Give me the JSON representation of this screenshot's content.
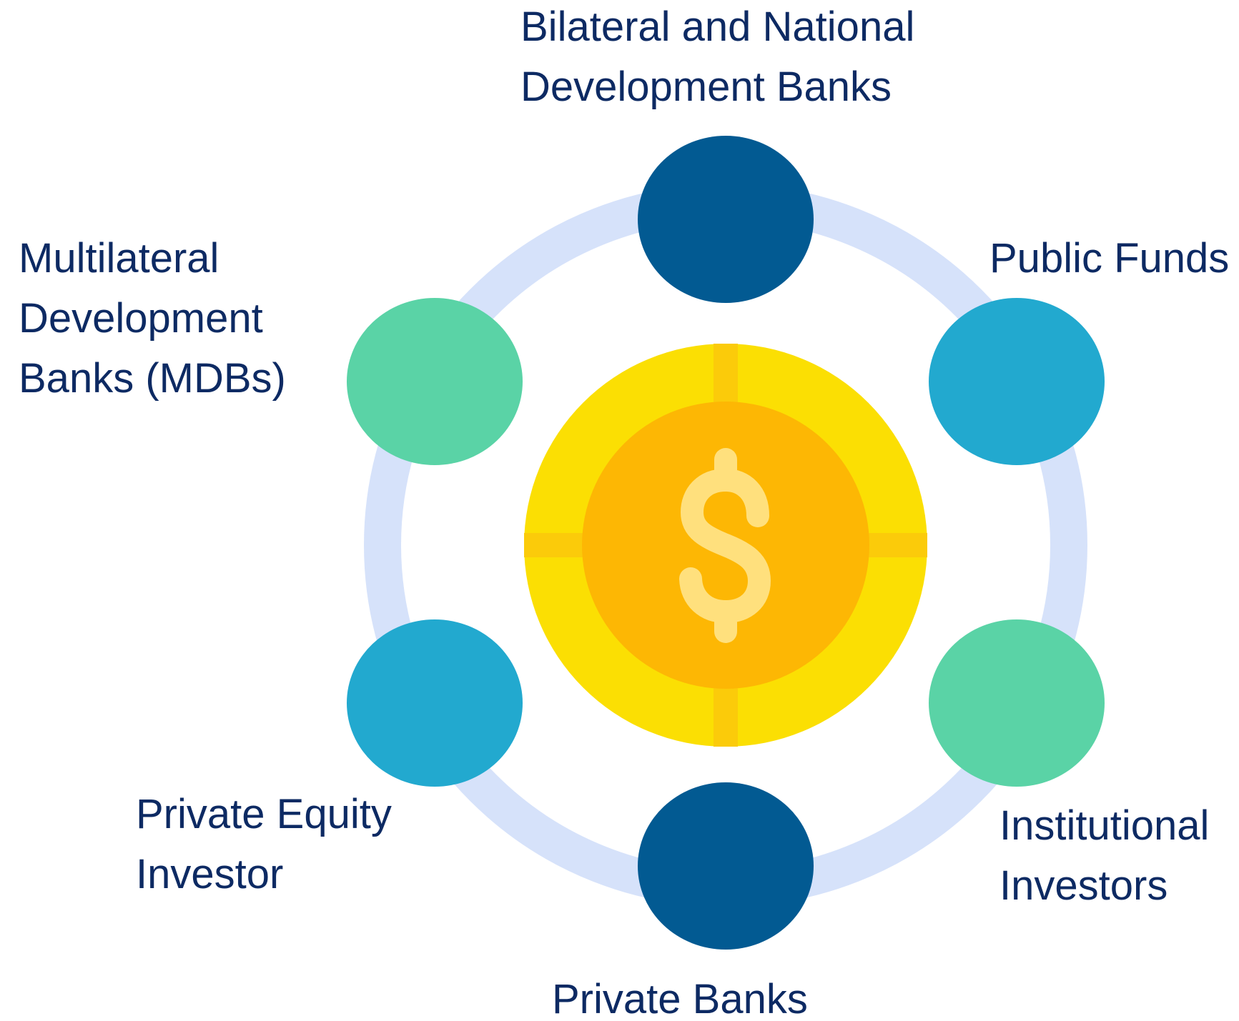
{
  "colors": {
    "ring": "#d6e2fa",
    "ring_edge": "#c5d3ee",
    "dark_blue": "#025a92",
    "teal_blue": "#22a9cf",
    "mint_green": "#5ad3a6",
    "coin_outer": "#fbdf03",
    "coin_cross": "#fbcb0a",
    "coin_inner": "#fdb704",
    "dollar": "#ffe07d",
    "label_text": "#0d2a63"
  },
  "center": {
    "icon": "dollar-coin-icon"
  },
  "nodes": [
    {
      "id": "bilateral",
      "icon": "circle-node-icon",
      "color": "#025a92",
      "label": [
        "Bilateral and National",
        "Development Banks"
      ]
    },
    {
      "id": "public-funds",
      "icon": "circle-node-icon",
      "color": "#22a9cf",
      "label": [
        "Public Funds"
      ]
    },
    {
      "id": "institutional",
      "icon": "circle-node-icon",
      "color": "#5ad3a6",
      "label": [
        "Institutional",
        "Investors"
      ]
    },
    {
      "id": "private-banks",
      "icon": "circle-node-icon",
      "color": "#025a92",
      "label": [
        "Private Banks"
      ]
    },
    {
      "id": "private-equity",
      "icon": "circle-node-icon",
      "color": "#22a9cf",
      "label": [
        "Private Equity",
        "Investor"
      ]
    },
    {
      "id": "mdbs",
      "icon": "circle-node-icon",
      "color": "#5ad3a6",
      "label": [
        "Multilateral",
        "Development",
        "Banks (MDBs)"
      ]
    }
  ]
}
